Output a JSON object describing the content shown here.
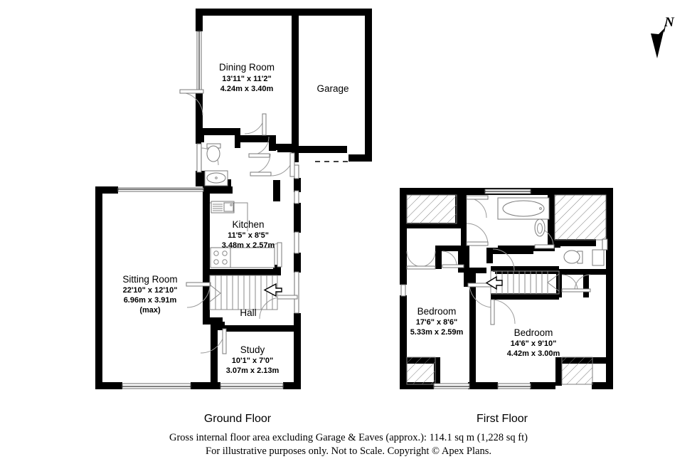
{
  "document": {
    "title": "Floor Plan",
    "background_color": "#ffffff",
    "wall_color": "#000000"
  },
  "north_arrow": {
    "label": "N",
    "name": "north-arrow"
  },
  "floors": [
    {
      "id": "ground",
      "title": "Ground Floor",
      "rooms": [
        {
          "id": "dining-room",
          "name": "Dining Room",
          "dims_imperial": "13'11\" x 11'2\"",
          "dims_metric": "4.24m x 3.40m"
        },
        {
          "id": "garage",
          "name": "Garage",
          "dims_imperial": "",
          "dims_metric": ""
        },
        {
          "id": "kitchen",
          "name": "Kitchen",
          "dims_imperial": "11'5\" x 8'5\"",
          "dims_metric": "3.48m x 2.57m"
        },
        {
          "id": "sitting-room",
          "name": "Sitting Room",
          "dims_imperial": "22'10\" x 12'10\"",
          "dims_metric": "6.96m x 3.91m",
          "dims_note": "(max)"
        },
        {
          "id": "hall",
          "name": "Hall",
          "dims_imperial": "",
          "dims_metric": ""
        },
        {
          "id": "study",
          "name": "Study",
          "dims_imperial": "10'1\" x 7'0\"",
          "dims_metric": "3.07m x 2.13m"
        }
      ]
    },
    {
      "id": "first",
      "title": "First Floor",
      "rooms": [
        {
          "id": "bedroom-left",
          "name": "Bedroom",
          "dims_imperial": "17'6\" x 8'6\"",
          "dims_metric": "5.33m x 2.59m"
        },
        {
          "id": "bedroom-right",
          "name": "Bedroom",
          "dims_imperial": "14'6\" x 9'10\"",
          "dims_metric": "4.42m x 3.00m"
        }
      ]
    }
  ],
  "caption": {
    "line1": "Gross internal floor area excluding Garage & Eaves (approx.): 114.1 sq m (1,228 sq ft)",
    "line2": "For illustrative purposes only. Not to Scale. Copyright © Apex Plans."
  }
}
